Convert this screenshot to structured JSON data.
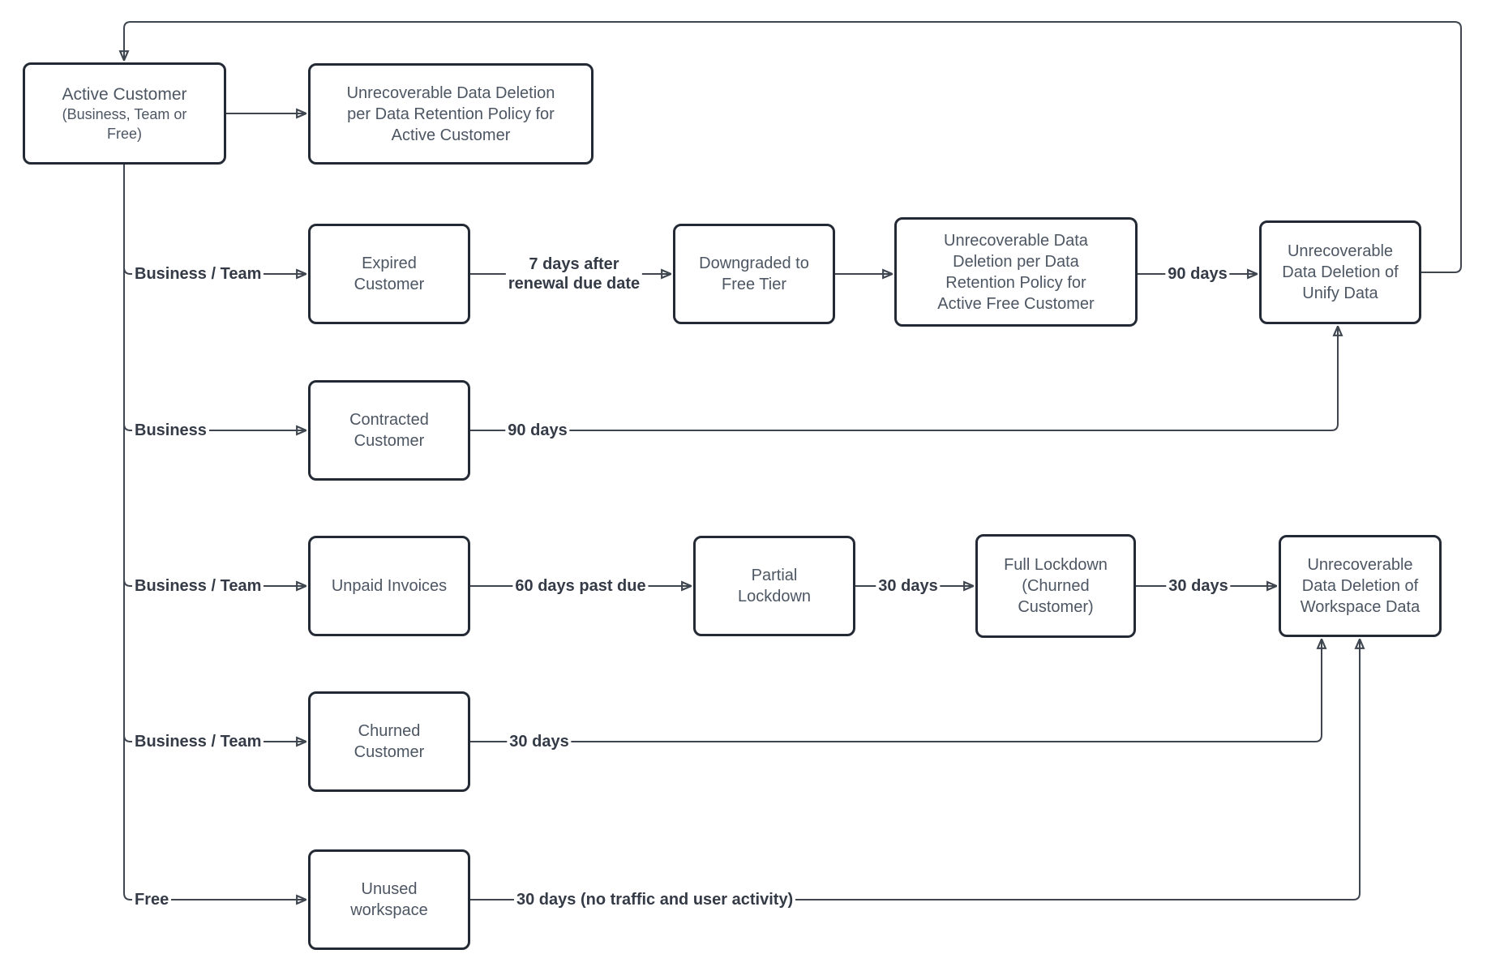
{
  "diagram": {
    "background": "#ffffff",
    "colors": {
      "node_border": "#242a35",
      "node_text": "#4d5663",
      "edge_line": "#3f4650",
      "edge_label_text": "#343b47"
    },
    "nodes": {
      "active_customer": {
        "title": "Active Customer",
        "subtitle": "(Business, Team or\nFree)"
      },
      "unrec_active": {
        "label": "Unrecoverable Data Deletion\nper Data Retention Policy for\nActive Customer"
      },
      "expired": {
        "label": "Expired\nCustomer"
      },
      "downgraded": {
        "label": "Downgraded to\nFree Tier"
      },
      "unrec_free": {
        "label": "Unrecoverable Data\nDeletion per Data\nRetention Policy for\nActive Free Customer"
      },
      "unrec_unify": {
        "label": "Unrecoverable\nData Deletion of\nUnify Data"
      },
      "contracted": {
        "label": "Contracted\nCustomer"
      },
      "unpaid": {
        "label": "Unpaid Invoices"
      },
      "partial": {
        "label": "Partial\nLockdown"
      },
      "full_lockdown": {
        "label": "Full Lockdown\n(Churned\nCustomer)"
      },
      "unrec_workspace": {
        "label": "Unrecoverable\nData Deletion of\nWorkspace Data"
      },
      "churned": {
        "label": "Churned\nCustomer"
      },
      "unused": {
        "label": "Unused\nworkspace"
      }
    },
    "edge_labels": {
      "branch_expired": "Business / Team",
      "branch_contracted": "Business",
      "branch_unpaid": "Business / Team",
      "branch_churned": "Business / Team",
      "branch_unused": "Free",
      "expired_to_downgraded": "7 days after\nrenewal due date",
      "unrec_free_to_unify": "90 days",
      "contracted_to_unify": "90 days",
      "unpaid_to_partial": "60 days past due",
      "partial_to_full": "30 days",
      "full_to_workspace": "30 days",
      "churned_to_workspace": "30 days",
      "unused_to_workspace": "30 days (no traffic and user activity)"
    }
  }
}
